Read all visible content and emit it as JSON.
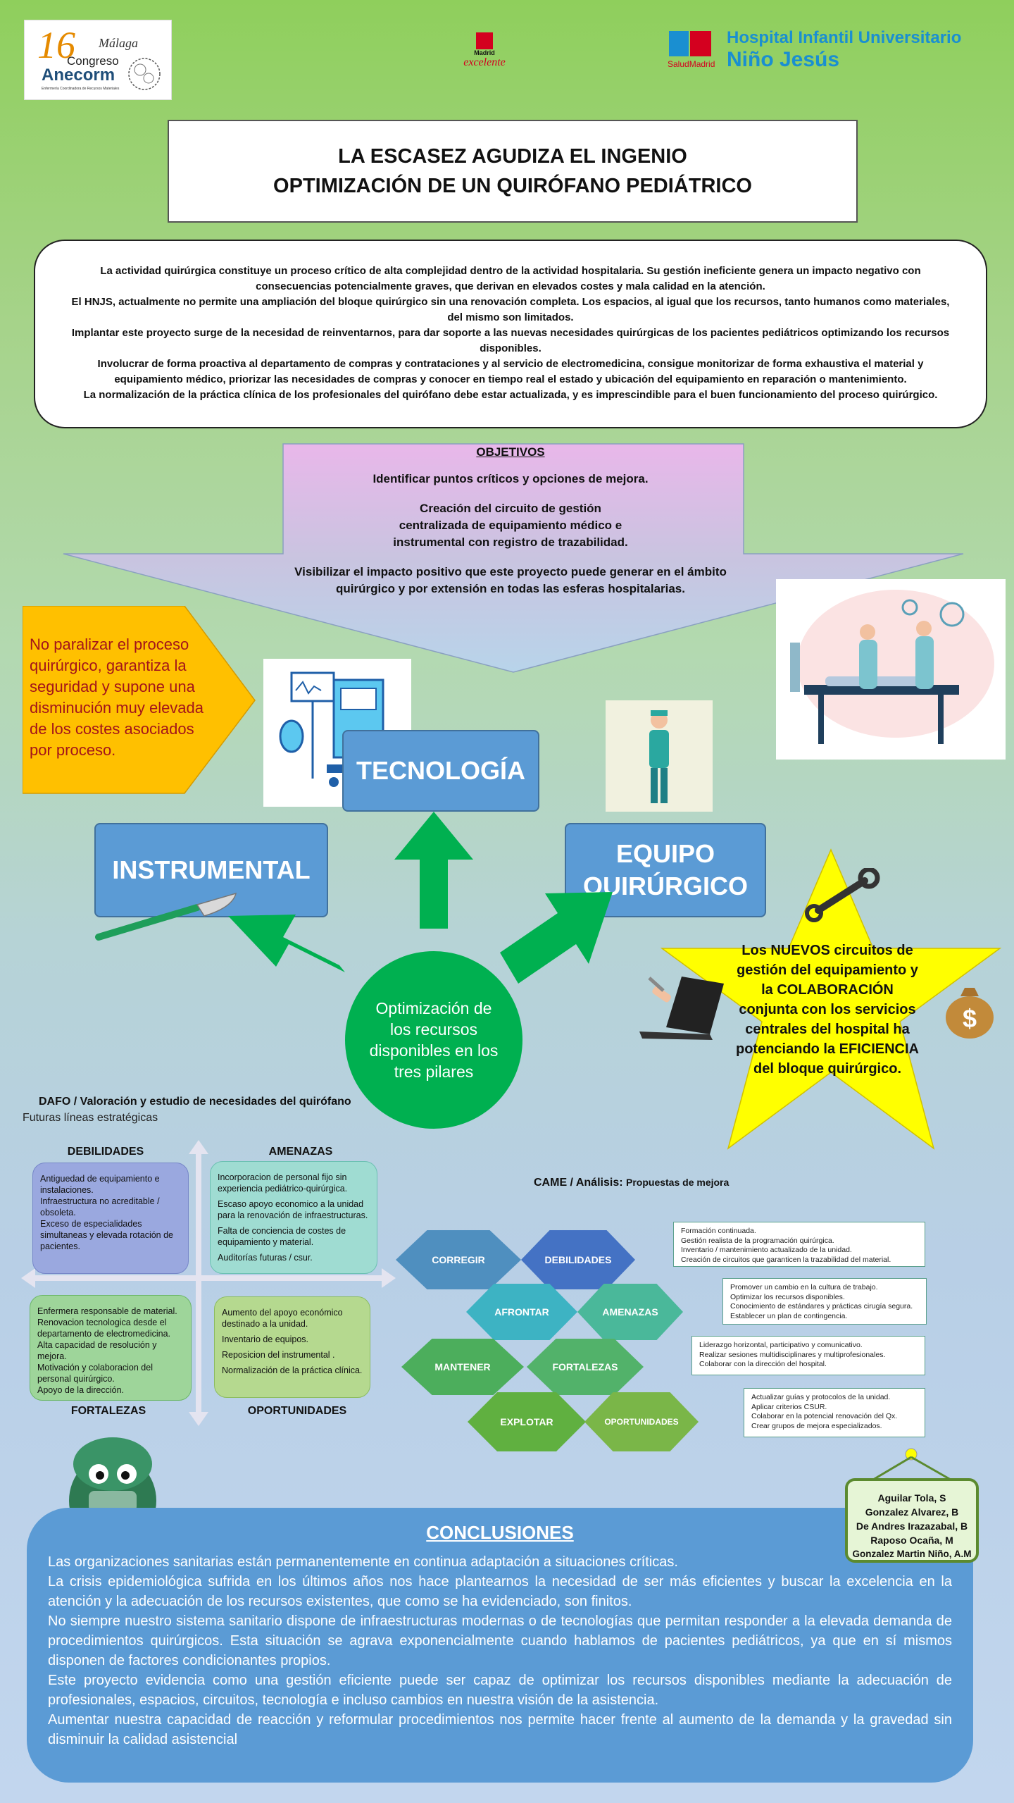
{
  "header": {
    "logo_left": {
      "number": "16",
      "place": "Málaga",
      "line1": "Congreso",
      "line2": "Anecorm",
      "caption": "Enfermería Coordinadora de Recursos Materiales"
    },
    "logo_center": {
      "line1": "Madrid",
      "line2": "excelente"
    },
    "logo_right": {
      "sub": "SaludMadrid",
      "line1": "Hospital Infantil Universitario",
      "line2": "Niño Jesús"
    }
  },
  "title": {
    "line1": "LA ESCASEZ AGUDIZA EL INGENIO",
    "line2": "OPTIMIZACIÓN DE UN QUIRÓFANO PEDIÁTRICO"
  },
  "intro": [
    "La actividad quirúrgica constituye un proceso crítico de alta complejidad dentro de la actividad hospitalaria. Su gestión ineficiente genera un impacto negativo con consecuencias potencialmente graves, que derivan en elevados costes y mala calidad en la atención.",
    "El HNJS, actualmente no permite una ampliación del bloque quirúrgico sin una renovación completa. Los espacios, al igual que los recursos, tanto humanos como materiales, del mismo son limitados.",
    "Implantar este proyecto surge de la necesidad de reinventarnos, para dar soporte a las nuevas necesidades quirúrgicas de los pacientes pediátricos optimizando los recursos disponibles.",
    "Involucrar de forma proactiva al departamento de compras y contrataciones y al servicio de electromedicina, consigue monitorizar de forma exhaustiva el material y equipamiento médico, priorizar las necesidades de compras y conocer en tiempo real el estado y ubicación del  equipamiento en reparación o mantenimiento.",
    "La normalización de la práctica clínica de los profesionales del quirófano debe estar actualizada, y es imprescindible para el buen funcionamiento del proceso quirúrgico."
  ],
  "objetivos": {
    "title": "OBJETIVOS",
    "items": [
      "Identificar puntos críticos y opciones de mejora.",
      "Creación del circuito de gestión centralizada de equipamiento médico e instrumental con registro de trazabilidad.",
      "Visibilizar el impacto positivo que este proyecto puede generar en el ámbito quirúrgico y por extensión en todas las esferas hospitalarias."
    ]
  },
  "orange_callout": "No paralizar el proceso quirúrgico, garantiza la seguridad y supone una disminución muy elevada de los costes asociados por proceso.",
  "pillars": {
    "tecnologia": "TECNOLOGÍA",
    "instrumental": "INSTRUMENTAL",
    "equipo_line1": "EQUIPO",
    "equipo_line2": "QUIRÚRGICO",
    "center": "Optimización de los recursos disponibles en los tres pilares"
  },
  "star_text": "Los NUEVOS circuitos de gestión del equipamiento y la COLABORACIÓN conjunta con los servicios centrales del hospital ha potenciando la EFICIENCIA del bloque quirúrgico.",
  "dafo": {
    "title": "DAFO / Valoración y estudio de necesidades del quirófano",
    "subtitle": "Futuras líneas estratégicas",
    "debilidades": {
      "label": "DEBILIDADES",
      "items": [
        "Antiguedad de equipamiento e instalaciones.",
        "Infraestructura no acreditable / obsoleta.",
        "Exceso de especialidades simultaneas y elevada rotación de pacientes."
      ]
    },
    "amenazas": {
      "label": "AMENAZAS",
      "items": [
        "Incorporacion de personal fijo sin experiencia pediátrico-quirúrgica.",
        "Escaso apoyo economico a la unidad para la renovación de infraestructuras.",
        "Falta de conciencia de costes de equipamiento y material.",
        "Auditorías futuras / csur."
      ]
    },
    "fortalezas": {
      "label": "FORTALEZAS",
      "items": [
        "Enfermera responsable de material.",
        "Renovacion tecnologica desde el departamento de electromedicina.",
        "Alta capacidad de resolución y mejora.",
        "Motivación y colaboracion del personal quirúrgico.",
        "Apoyo de la dirección."
      ]
    },
    "oportunidades": {
      "label": "OPORTUNIDADES",
      "items": [
        "Aumento del apoyo económico destinado a la unidad.",
        "Inventario de equipos.",
        "Reposicion del instrumental .",
        "Normalización de la práctica clínica."
      ]
    }
  },
  "came": {
    "title": "CAME / Análisis:",
    "subtitle": "Propuestas de mejora",
    "hexes": {
      "corregir": "CORREGIR",
      "debilidades": "DEBILIDADES",
      "afrontar": "AFRONTAR",
      "amenazas": "AMENAZAS",
      "mantener": "MANTENER",
      "fortalezas": "FORTALEZAS",
      "explotar": "EXPLOTAR",
      "oportunidades": "OPORTUNIDADES"
    },
    "boxes": [
      [
        "Formación continuada.",
        "Gestión realista de la programación quirúrgica.",
        "Inventario / mantenimiento actualizado de la unidad.",
        "Creación de circuitos que garanticen la trazabilidad del material."
      ],
      [
        "Promover un cambio en la cultura de trabajo.",
        "Optimizar los recursos disponibles.",
        "Conocimiento de estándares y prácticas cirugía segura.",
        "Establecer un plan de contingencia."
      ],
      [
        "Liderazgo horizontal, participativo y comunicativo.",
        "Realizar sesiones multidisciplinares y multiprofesionales.",
        "Colaborar con la dirección del hospital."
      ],
      [
        "Actualizar guías y protocolos de la unidad.",
        "Aplicar criterios CSUR.",
        "Colaborar en la potencial renovación del Qx.",
        "Crear grupos de mejora especializados."
      ]
    ]
  },
  "authors": [
    "Aguilar Tola, S",
    "Gonzalez Alvarez, B",
    "De Andres Irazazabal, B",
    "Raposo Ocaña, M",
    "Gonzalez Martin Niño, A.M"
  ],
  "conclusiones": {
    "title": "CONCLUSIONES",
    "paragraphs": [
      "Las organizaciones sanitarias están permanentemente en continua adaptación a situaciones críticas.",
      "La crisis epidemiológica sufrida en los últimos años nos hace plantearnos la necesidad de ser más eficientes y buscar la excelencia en la atención y la adecuación de los recursos existentes, que como se ha evidenciado, son finitos.",
      "No siempre nuestro sistema sanitario dispone de infraestructuras modernas o de tecnologías que permitan responder a la elevada demanda de procedimientos quirúrgicos. Esta situación se agrava exponencialmente cuando hablamos de pacientes pediátricos, ya que en sí mismos disponen de factores condicionantes propios.",
      "Este proyecto evidencia como una gestión eficiente puede ser capaz de optimizar los recursos disponibles mediante la adecuación de profesionales, espacios, circuitos, tecnología e incluso cambios en nuestra visión de la asistencia.",
      "Aumentar nuestra capacidad de reacción y reformular procedimientos nos permite hacer frente al aumento de la demanda y la gravedad sin disminuir la calidad asistencial"
    ]
  },
  "colors": {
    "pillar": "#5b9bd5",
    "arrow": "#00b050",
    "star": "#ffff00",
    "orange": "#ffc000",
    "objetivos_top": "#e8b8e8",
    "conclusiones": "#5b9bd5"
  }
}
